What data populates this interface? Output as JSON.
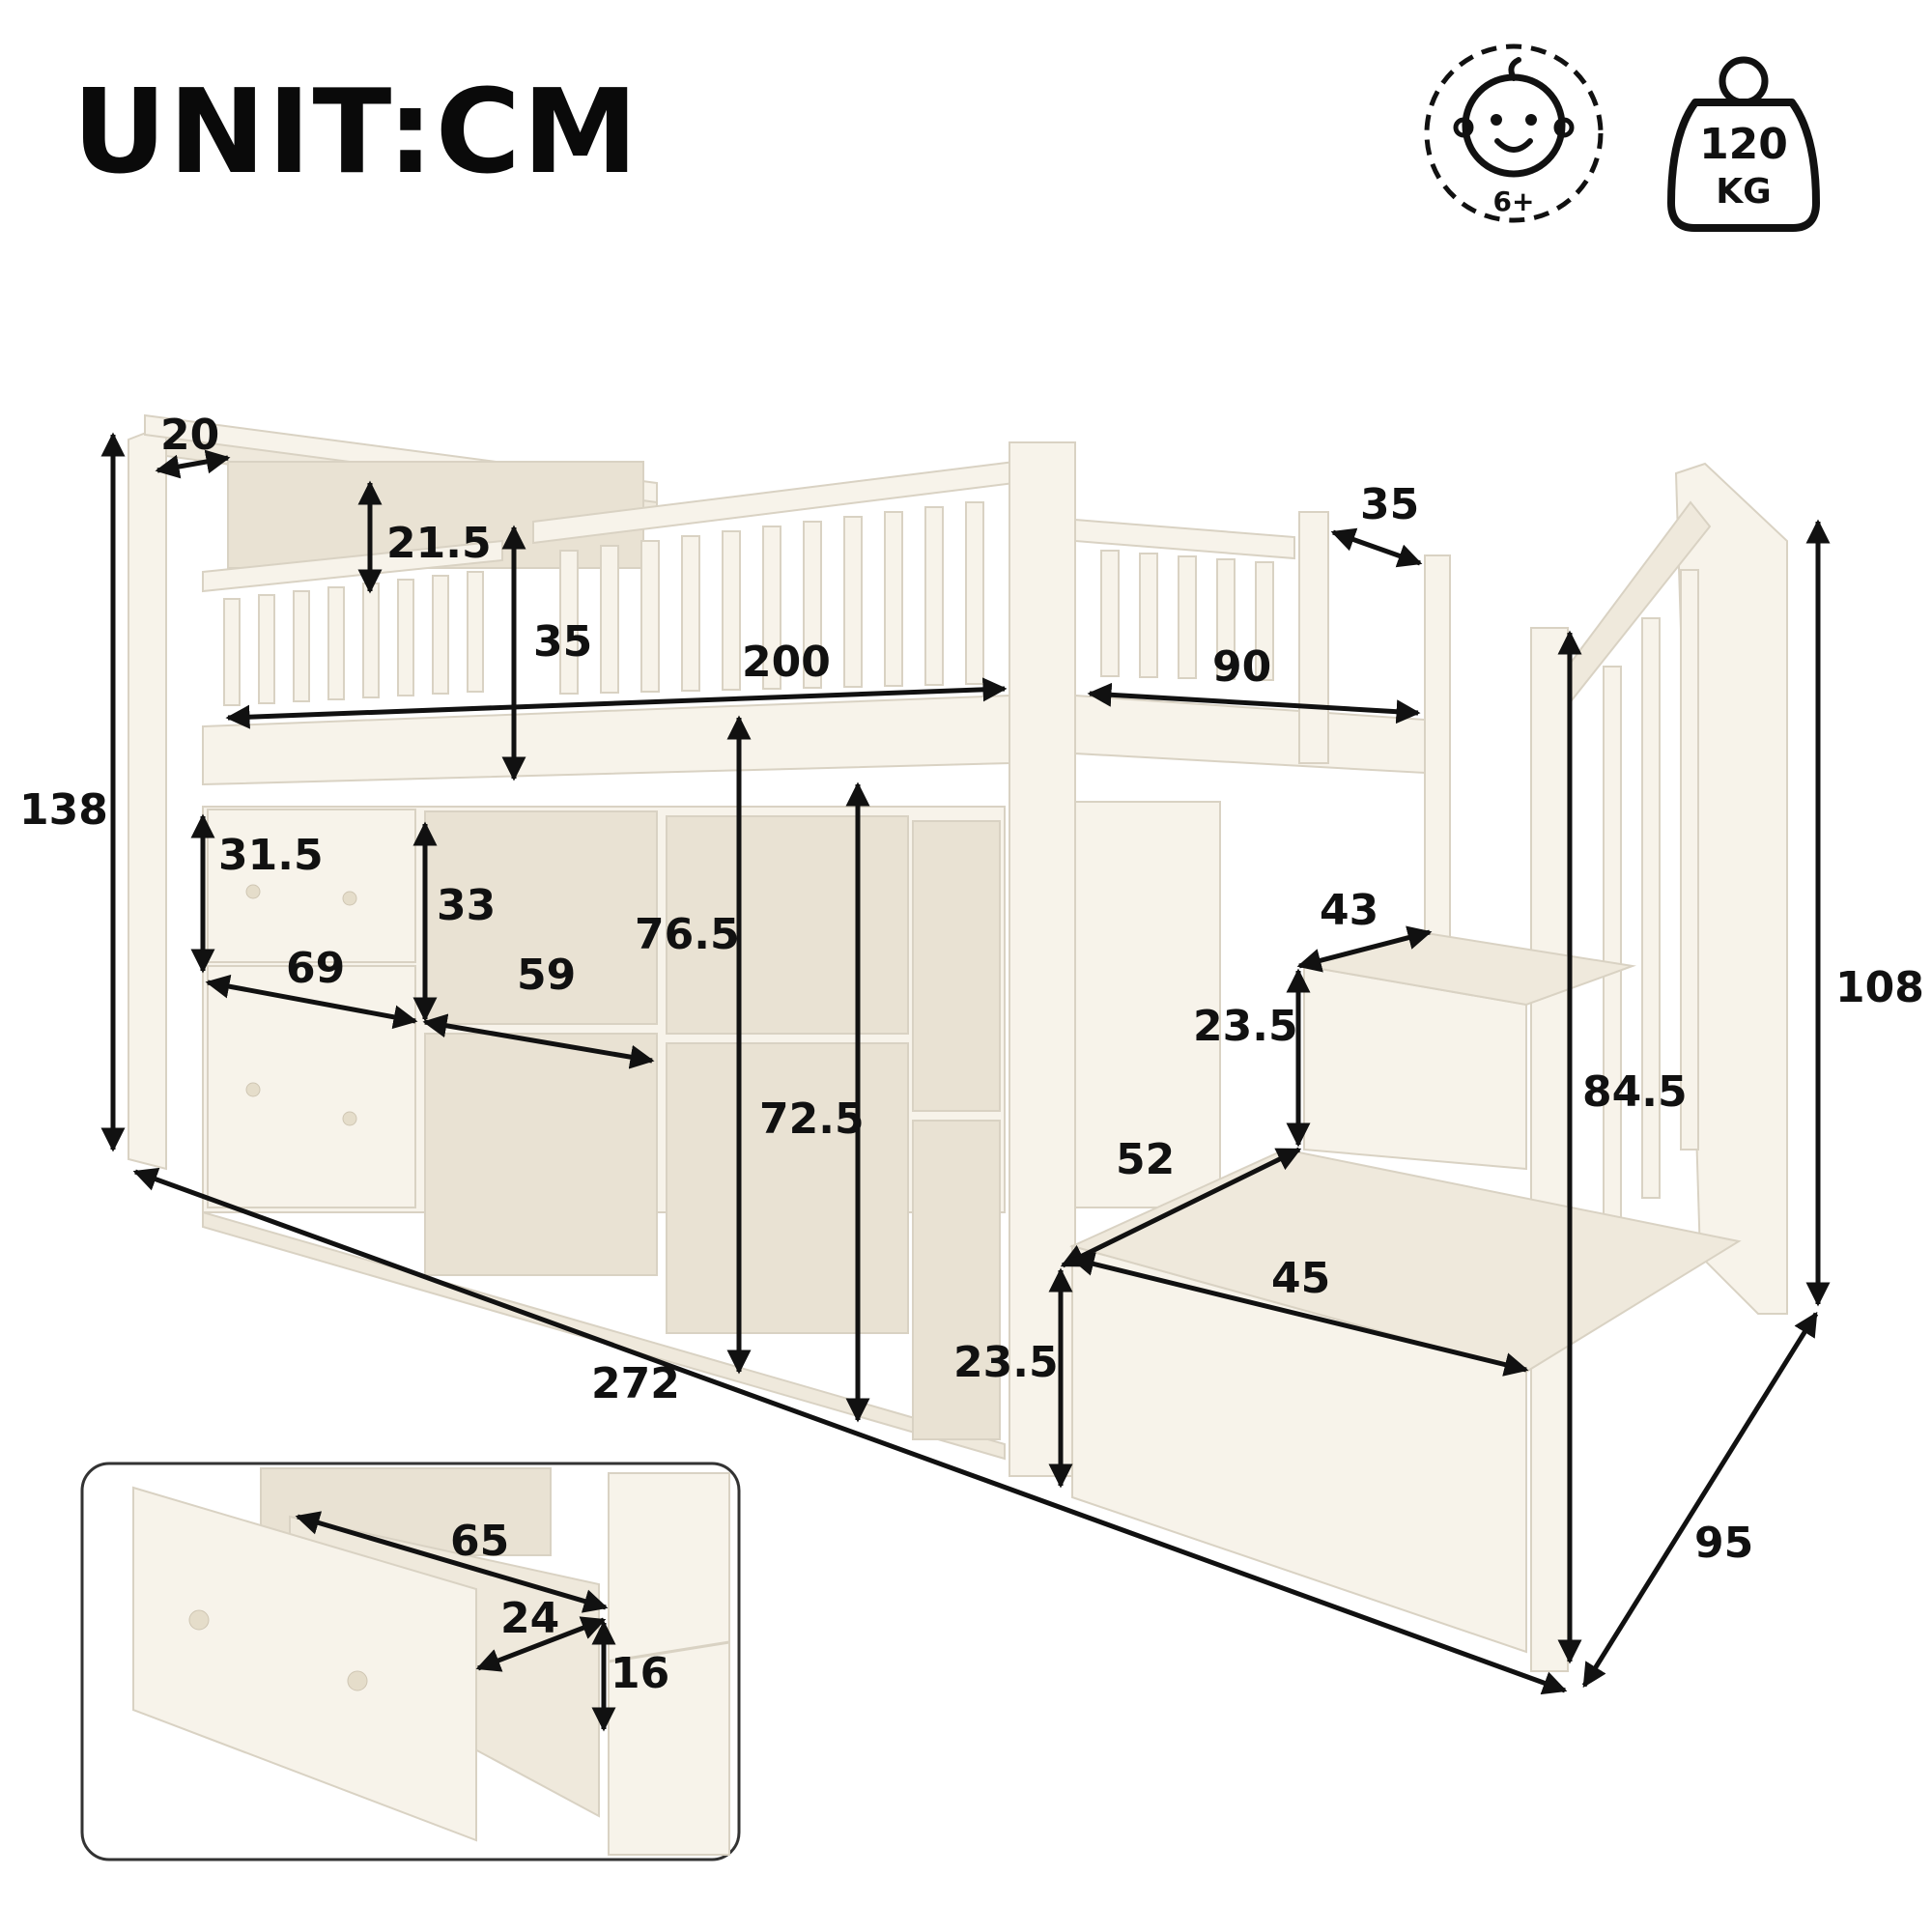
{
  "title": "UNIT:CM",
  "badges": {
    "age": "6+",
    "weight_value": "120",
    "weight_unit": "KG"
  },
  "dimensions": {
    "overall_height": "138",
    "stair_height": "108",
    "overall_length": "272",
    "overall_depth": "95",
    "bookcase_depth": "20",
    "bookcase_shelf_height": "21.5",
    "guardrail_height": "35",
    "bed_length": "200",
    "bed_width": "90",
    "stair_top_gap": "35",
    "drawer_height": "31.5",
    "drawer_width": "69",
    "cube_height": "33",
    "cube_width": "59",
    "under_bed_height": "76.5",
    "shelf_height": "72.5",
    "step_depth": "43",
    "step_rise_upper": "23.5",
    "stair_rail_height": "84.5",
    "step_length": "52",
    "step_width": "45",
    "step_rise_lower": "23.5",
    "inset_drawer_length": "65",
    "inset_drawer_depth": "24",
    "inset_drawer_height": "16"
  }
}
